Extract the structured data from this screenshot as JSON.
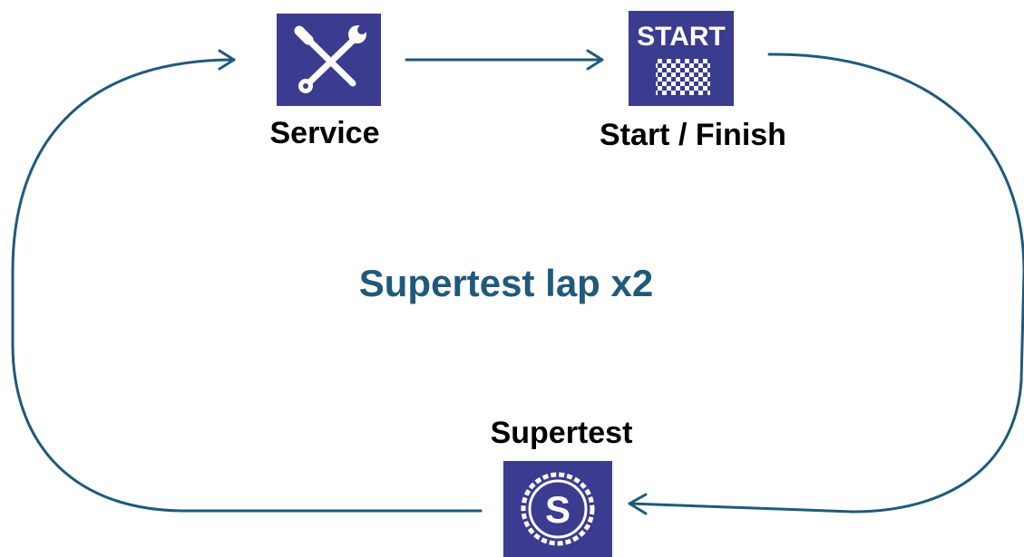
{
  "diagram": {
    "center_label": "Supertest lap x2",
    "nodes": {
      "service": {
        "label": "Service",
        "icon": "tools-icon"
      },
      "start_finish": {
        "label": "Start / Finish",
        "icon": "start-flag-icon",
        "icon_text": "START"
      },
      "supertest": {
        "label": "Supertest",
        "icon": "supertest-s-icon",
        "icon_text": "S"
      }
    },
    "colors": {
      "icon_background": "#3b3b8f",
      "arrow": "#1f5a7a",
      "center_text": "#1f5a7a",
      "label_text": "#000000"
    }
  }
}
